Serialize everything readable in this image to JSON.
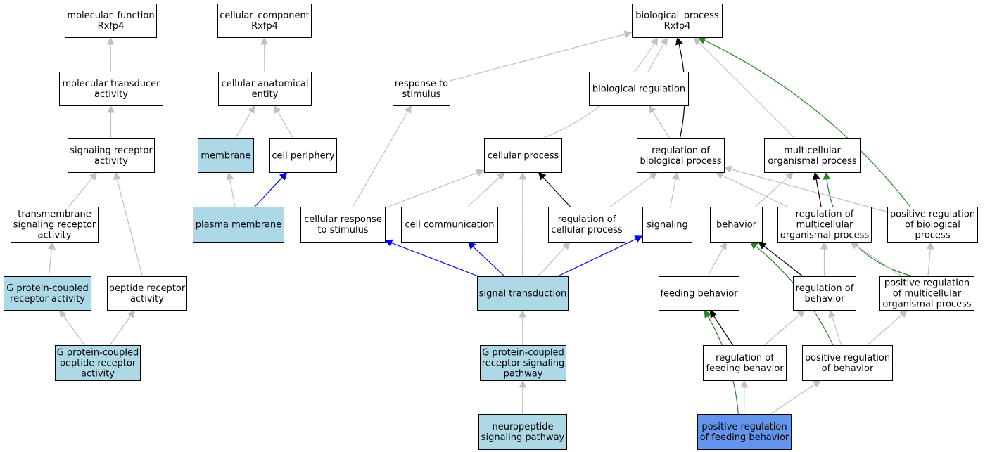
{
  "colors": {
    "plain": "#ffffff",
    "highlight": "#add8e6",
    "focus": "#6495ed",
    "edges": {
      "is_a": "#c0c0c0",
      "part_of": "#0000ff",
      "regulates": "#000000",
      "positively_regulates": "#228b22"
    }
  },
  "nodes": [
    {
      "id": "mf",
      "lines": [
        "molecular_function",
        "Rxfp4"
      ],
      "fill": "plain"
    },
    {
      "id": "cc",
      "lines": [
        "cellular_component",
        "Rxfp4"
      ],
      "fill": "plain"
    },
    {
      "id": "bp",
      "lines": [
        "biological_process",
        "Rxfp4"
      ],
      "fill": "plain"
    },
    {
      "id": "mta",
      "lines": [
        "molecular transducer",
        "activity"
      ],
      "fill": "plain"
    },
    {
      "id": "cae",
      "lines": [
        "cellular anatomical",
        "entity"
      ],
      "fill": "plain"
    },
    {
      "id": "rts",
      "lines": [
        "response to",
        "stimulus"
      ],
      "fill": "plain"
    },
    {
      "id": "breg",
      "lines": [
        "biological regulation"
      ],
      "fill": "plain"
    },
    {
      "id": "sra",
      "lines": [
        "signaling receptor",
        "activity"
      ],
      "fill": "plain"
    },
    {
      "id": "mem",
      "lines": [
        "membrane"
      ],
      "fill": "highlight"
    },
    {
      "id": "cper",
      "lines": [
        "cell periphery"
      ],
      "fill": "plain"
    },
    {
      "id": "cproc",
      "lines": [
        "cellular process"
      ],
      "fill": "plain"
    },
    {
      "id": "rbp",
      "lines": [
        "regulation of",
        "biological process"
      ],
      "fill": "plain"
    },
    {
      "id": "mop",
      "lines": [
        "multicellular",
        "organismal process"
      ],
      "fill": "plain"
    },
    {
      "id": "tsra",
      "lines": [
        "transmembrane",
        "signaling receptor",
        "activity"
      ],
      "fill": "plain"
    },
    {
      "id": "pm",
      "lines": [
        "plasma membrane"
      ],
      "fill": "highlight"
    },
    {
      "id": "crts",
      "lines": [
        "cellular response",
        "to stimulus"
      ],
      "fill": "plain"
    },
    {
      "id": "ccomm",
      "lines": [
        "cell communication"
      ],
      "fill": "plain"
    },
    {
      "id": "rcp",
      "lines": [
        "regulation of",
        "cellular process"
      ],
      "fill": "plain"
    },
    {
      "id": "sig",
      "lines": [
        "signaling"
      ],
      "fill": "plain"
    },
    {
      "id": "beh",
      "lines": [
        "behavior"
      ],
      "fill": "plain"
    },
    {
      "id": "rmop",
      "lines": [
        "regulation of",
        "multicellular",
        "organismal process"
      ],
      "fill": "plain"
    },
    {
      "id": "prbp",
      "lines": [
        "positive regulation",
        "of biological",
        "process"
      ],
      "fill": "plain"
    },
    {
      "id": "gpcra",
      "lines": [
        "G protein-coupled",
        "receptor activity"
      ],
      "fill": "highlight"
    },
    {
      "id": "pra",
      "lines": [
        "peptide receptor",
        "activity"
      ],
      "fill": "plain"
    },
    {
      "id": "st",
      "lines": [
        "signal transduction"
      ],
      "fill": "highlight"
    },
    {
      "id": "fb",
      "lines": [
        "feeding behavior"
      ],
      "fill": "plain"
    },
    {
      "id": "rbeh",
      "lines": [
        "regulation of",
        "behavior"
      ],
      "fill": "plain"
    },
    {
      "id": "prmop",
      "lines": [
        "positive regulation",
        "of multicellular",
        "organismal process"
      ],
      "fill": "plain"
    },
    {
      "id": "gpcpra",
      "lines": [
        "G protein-coupled",
        "peptide receptor",
        "activity"
      ],
      "fill": "highlight"
    },
    {
      "id": "gpcrsp",
      "lines": [
        "G protein-coupled",
        "receptor signaling",
        "pathway"
      ],
      "fill": "highlight"
    },
    {
      "id": "rfb",
      "lines": [
        "regulation of",
        "feeding behavior"
      ],
      "fill": "plain"
    },
    {
      "id": "prbeh",
      "lines": [
        "positive regulation",
        "of behavior"
      ],
      "fill": "plain"
    },
    {
      "id": "nsp",
      "lines": [
        "neuropeptide",
        "signaling pathway"
      ],
      "fill": "highlight"
    },
    {
      "id": "prfb",
      "lines": [
        "positive regulation",
        "of feeding behavior"
      ],
      "fill": "focus"
    }
  ],
  "edges": [
    {
      "from": "mta",
      "to": "mf",
      "type": "is_a"
    },
    {
      "from": "sra",
      "to": "mta",
      "type": "is_a"
    },
    {
      "from": "tsra",
      "to": "sra",
      "type": "is_a"
    },
    {
      "from": "pra",
      "to": "sra",
      "type": "is_a"
    },
    {
      "from": "gpcra",
      "to": "tsra",
      "type": "is_a"
    },
    {
      "from": "gpcpra",
      "to": "gpcra",
      "type": "is_a"
    },
    {
      "from": "gpcpra",
      "to": "pra",
      "type": "is_a"
    },
    {
      "from": "cae",
      "to": "cc",
      "type": "is_a"
    },
    {
      "from": "mem",
      "to": "cae",
      "type": "is_a"
    },
    {
      "from": "cper",
      "to": "cae",
      "type": "is_a"
    },
    {
      "from": "pm",
      "to": "mem",
      "type": "is_a"
    },
    {
      "from": "pm",
      "to": "cper",
      "type": "part_of"
    },
    {
      "from": "rts",
      "to": "bp",
      "type": "is_a"
    },
    {
      "from": "cproc",
      "to": "bp",
      "type": "is_a"
    },
    {
      "from": "breg",
      "to": "bp",
      "type": "is_a"
    },
    {
      "from": "rbp",
      "to": "bp",
      "type": "regulates"
    },
    {
      "from": "mop",
      "to": "bp",
      "type": "is_a"
    },
    {
      "from": "prbp",
      "to": "bp",
      "type": "positively_regulates"
    },
    {
      "from": "rbp",
      "to": "breg",
      "type": "is_a"
    },
    {
      "from": "crts",
      "to": "rts",
      "type": "is_a"
    },
    {
      "from": "crts",
      "to": "cproc",
      "type": "is_a"
    },
    {
      "from": "ccomm",
      "to": "cproc",
      "type": "is_a"
    },
    {
      "from": "st",
      "to": "cproc",
      "type": "is_a"
    },
    {
      "from": "rcp",
      "to": "cproc",
      "type": "regulates"
    },
    {
      "from": "rcp",
      "to": "rbp",
      "type": "is_a"
    },
    {
      "from": "sig",
      "to": "rbp",
      "type": "is_a"
    },
    {
      "from": "rmop",
      "to": "rbp",
      "type": "is_a"
    },
    {
      "from": "prbp",
      "to": "rbp",
      "type": "is_a"
    },
    {
      "from": "beh",
      "to": "mop",
      "type": "is_a"
    },
    {
      "from": "rmop",
      "to": "mop",
      "type": "regulates"
    },
    {
      "from": "prmop",
      "to": "mop",
      "type": "positively_regulates"
    },
    {
      "from": "st",
      "to": "crts",
      "type": "part_of"
    },
    {
      "from": "st",
      "to": "ccomm",
      "type": "part_of"
    },
    {
      "from": "st",
      "to": "rcp",
      "type": "is_a"
    },
    {
      "from": "st",
      "to": "sig",
      "type": "part_of"
    },
    {
      "from": "fb",
      "to": "beh",
      "type": "is_a"
    },
    {
      "from": "rbeh",
      "to": "beh",
      "type": "regulates"
    },
    {
      "from": "prbeh",
      "to": "beh",
      "type": "positively_regulates"
    },
    {
      "from": "rbeh",
      "to": "rmop",
      "type": "is_a"
    },
    {
      "from": "prmop",
      "to": "rmop",
      "type": "is_a"
    },
    {
      "from": "prmop",
      "to": "prbp",
      "type": "is_a"
    },
    {
      "from": "gpcrsp",
      "to": "st",
      "type": "is_a"
    },
    {
      "from": "nsp",
      "to": "gpcrsp",
      "type": "is_a"
    },
    {
      "from": "rfb",
      "to": "fb",
      "type": "regulates"
    },
    {
      "from": "rfb",
      "to": "rbeh",
      "type": "is_a"
    },
    {
      "from": "prbeh",
      "to": "rbeh",
      "type": "is_a"
    },
    {
      "from": "prbeh",
      "to": "prmop",
      "type": "is_a"
    },
    {
      "from": "prfb",
      "to": "fb",
      "type": "positively_regulates"
    },
    {
      "from": "prfb",
      "to": "rfb",
      "type": "is_a"
    },
    {
      "from": "prfb",
      "to": "prbeh",
      "type": "is_a"
    }
  ]
}
